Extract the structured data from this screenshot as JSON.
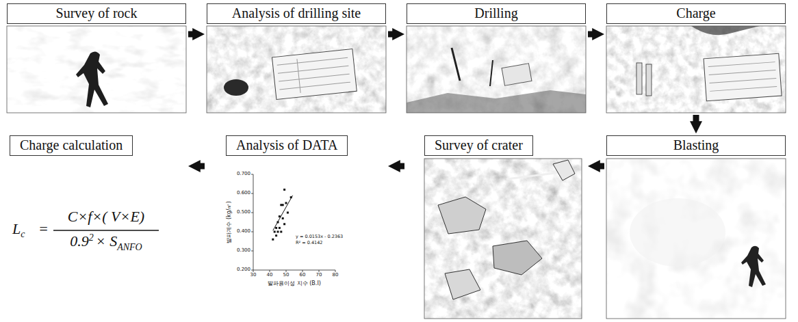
{
  "diagram": {
    "nodes": [
      {
        "text": [
          "Survey of rock"
        ]
      },
      {
        "text": [
          "Analysis of drilling site"
        ]
      },
      {
        "text": [
          "Drilling"
        ]
      },
      {
        "text": [
          "Charge"
        ]
      },
      {
        "text": [
          "Blasting"
        ]
      },
      {
        "text": [
          "Survey of crater"
        ]
      },
      {
        "text": [
          "Analysis of DATA"
        ]
      },
      {
        "text": [
          "Charge calculation"
        ]
      }
    ],
    "edges": [
      {
        "from": 0,
        "to": 1,
        "arrow": "to"
      },
      {
        "from": 1,
        "to": 2,
        "arrow": "to"
      },
      {
        "from": 2,
        "to": 3,
        "arrow": "to"
      },
      {
        "from": 3,
        "to": 4,
        "arrow": "to"
      },
      {
        "from": 4,
        "to": 5,
        "arrow": "to"
      },
      {
        "from": 5,
        "to": 6,
        "arrow": "to"
      },
      {
        "from": 6,
        "to": 7,
        "arrow": "to"
      }
    ],
    "labels": [
      "0.700",
      "0.600",
      "0.500",
      "0.400",
      "0.300",
      "0.200",
      "30",
      "40",
      "50",
      "60",
      "70",
      "80",
      "발파계수 (kg/㎥)",
      "발파용이성 지수 (B.I)",
      "y = 0.0153x - 0.2363",
      "R² = 0.4142",
      "L",
      "c",
      "=",
      "C×f×( V×E)",
      "0.9",
      "2",
      "× S",
      "ANFO"
    ]
  }
}
